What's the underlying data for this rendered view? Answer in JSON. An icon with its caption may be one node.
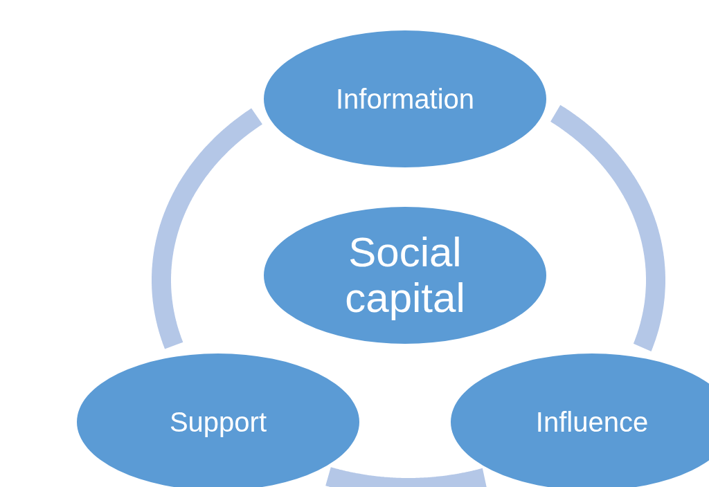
{
  "diagram": {
    "nodes": [
      {
        "text": [
          "Information"
        ]
      },
      {
        "text": [
          "Social capital"
        ]
      },
      {
        "text": [
          "Support"
        ]
      },
      {
        "text": [
          "Influence"
        ]
      }
    ],
    "edges": [
      {
        "from": 0,
        "to": 3,
        "arrow": "none"
      },
      {
        "from": 3,
        "to": 2,
        "arrow": "none"
      },
      {
        "from": 2,
        "to": 0,
        "arrow": "none"
      }
    ]
  }
}
